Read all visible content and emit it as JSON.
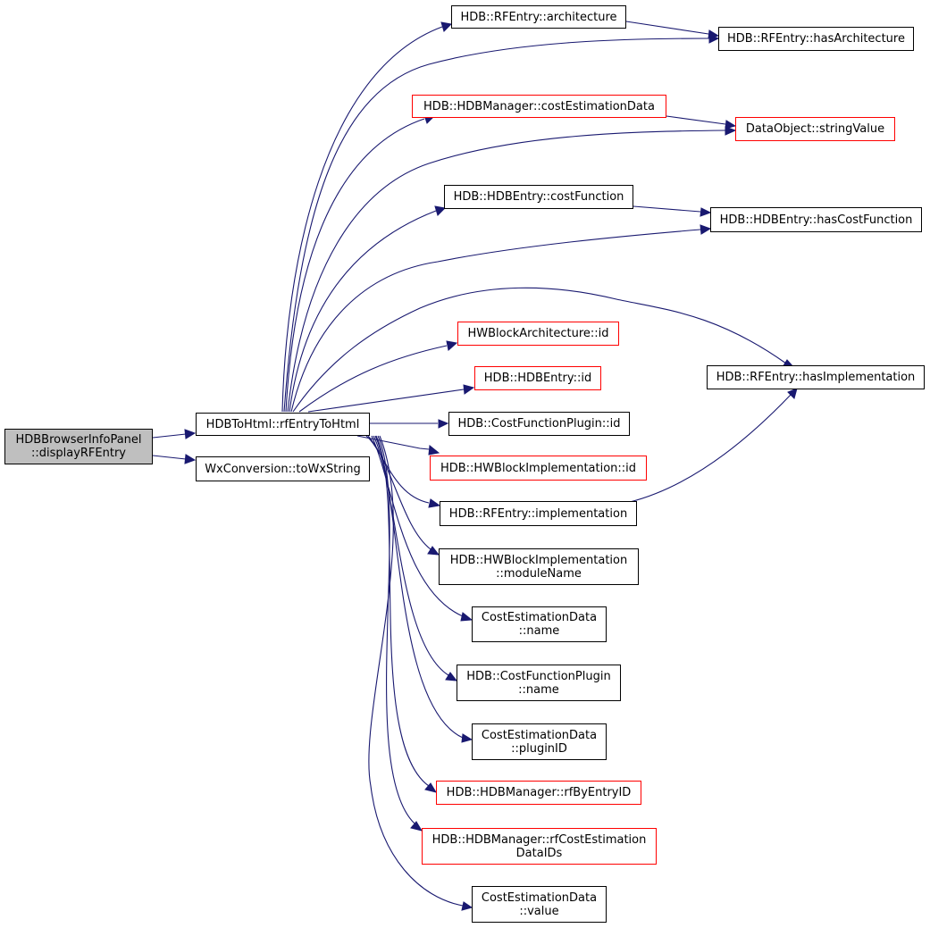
{
  "colors": {
    "edge": "#191970",
    "root_fill": "#bfbfbf",
    "border_default": "#000000",
    "border_truncated": "#ff0000"
  },
  "nodes": {
    "root": {
      "line1": "HDBBrowserInfoPanel",
      "line2": "::displayRFEntry"
    },
    "rfToHtml": {
      "line1": "HDBToHtml::rfEntryToHtml"
    },
    "toWx": {
      "line1": "WxConversion::toWxString"
    },
    "rfArch": {
      "line1": "HDB::RFEntry::architecture"
    },
    "hasArch": {
      "line1": "HDB::RFEntry::hasArchitecture"
    },
    "costEst": {
      "line1": "HDB::HDBManager::costEstimationData"
    },
    "strVal": {
      "line1": "DataObject::stringValue"
    },
    "costFn": {
      "line1": "HDB::HDBEntry::costFunction"
    },
    "hasCostFn": {
      "line1": "HDB::HDBEntry::hasCostFunction"
    },
    "hasImpl": {
      "line1": "HDB::RFEntry::hasImplementation"
    },
    "hwArchId": {
      "line1": "HWBlockArchitecture::id"
    },
    "hdbEntId": {
      "line1": "HDB::HDBEntry::id"
    },
    "cfpId": {
      "line1": "HDB::CostFunctionPlugin::id"
    },
    "hwImplId": {
      "line1": "HDB::HWBlockImplementation::id"
    },
    "rfImpl": {
      "line1": "HDB::RFEntry::implementation"
    },
    "modName": {
      "line1": "HDB::HWBlockImplementation",
      "line2": "::moduleName"
    },
    "cedName": {
      "line1": "CostEstimationData",
      "line2": "::name"
    },
    "cfpName": {
      "line1": "HDB::CostFunctionPlugin",
      "line2": "::name"
    },
    "cedPlugin": {
      "line1": "CostEstimationData",
      "line2": "::pluginID"
    },
    "rfById": {
      "line1": "HDB::HDBManager::rfByEntryID"
    },
    "rfCostIds": {
      "line1": "HDB::HDBManager::rfCostEstimation",
      "line2": "DataIDs"
    },
    "cedValue": {
      "line1": "CostEstimationData",
      "line2": "::value"
    }
  }
}
